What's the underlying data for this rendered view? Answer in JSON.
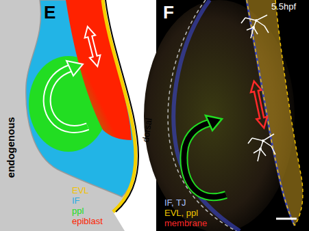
{
  "diagram": {
    "labels": [
      "E",
      "F",
      "endogenous",
      "dorsal",
      "5.5hpf"
    ],
    "legend": [
      {
        "text": "EVL",
        "color": "#f2c200"
      },
      {
        "text": "IF",
        "color": "#29abe2"
      },
      {
        "text": "ppl",
        "color": "#22dd22"
      },
      {
        "text": "epiblast",
        "color": "#ff2200"
      },
      {
        "text": "IF, TJ",
        "color": "#a9c2ff"
      },
      {
        "text": "EVL, ppl",
        "color": "#f0c800"
      },
      {
        "text": "membrane",
        "color": "#ff2a2a"
      }
    ]
  }
}
